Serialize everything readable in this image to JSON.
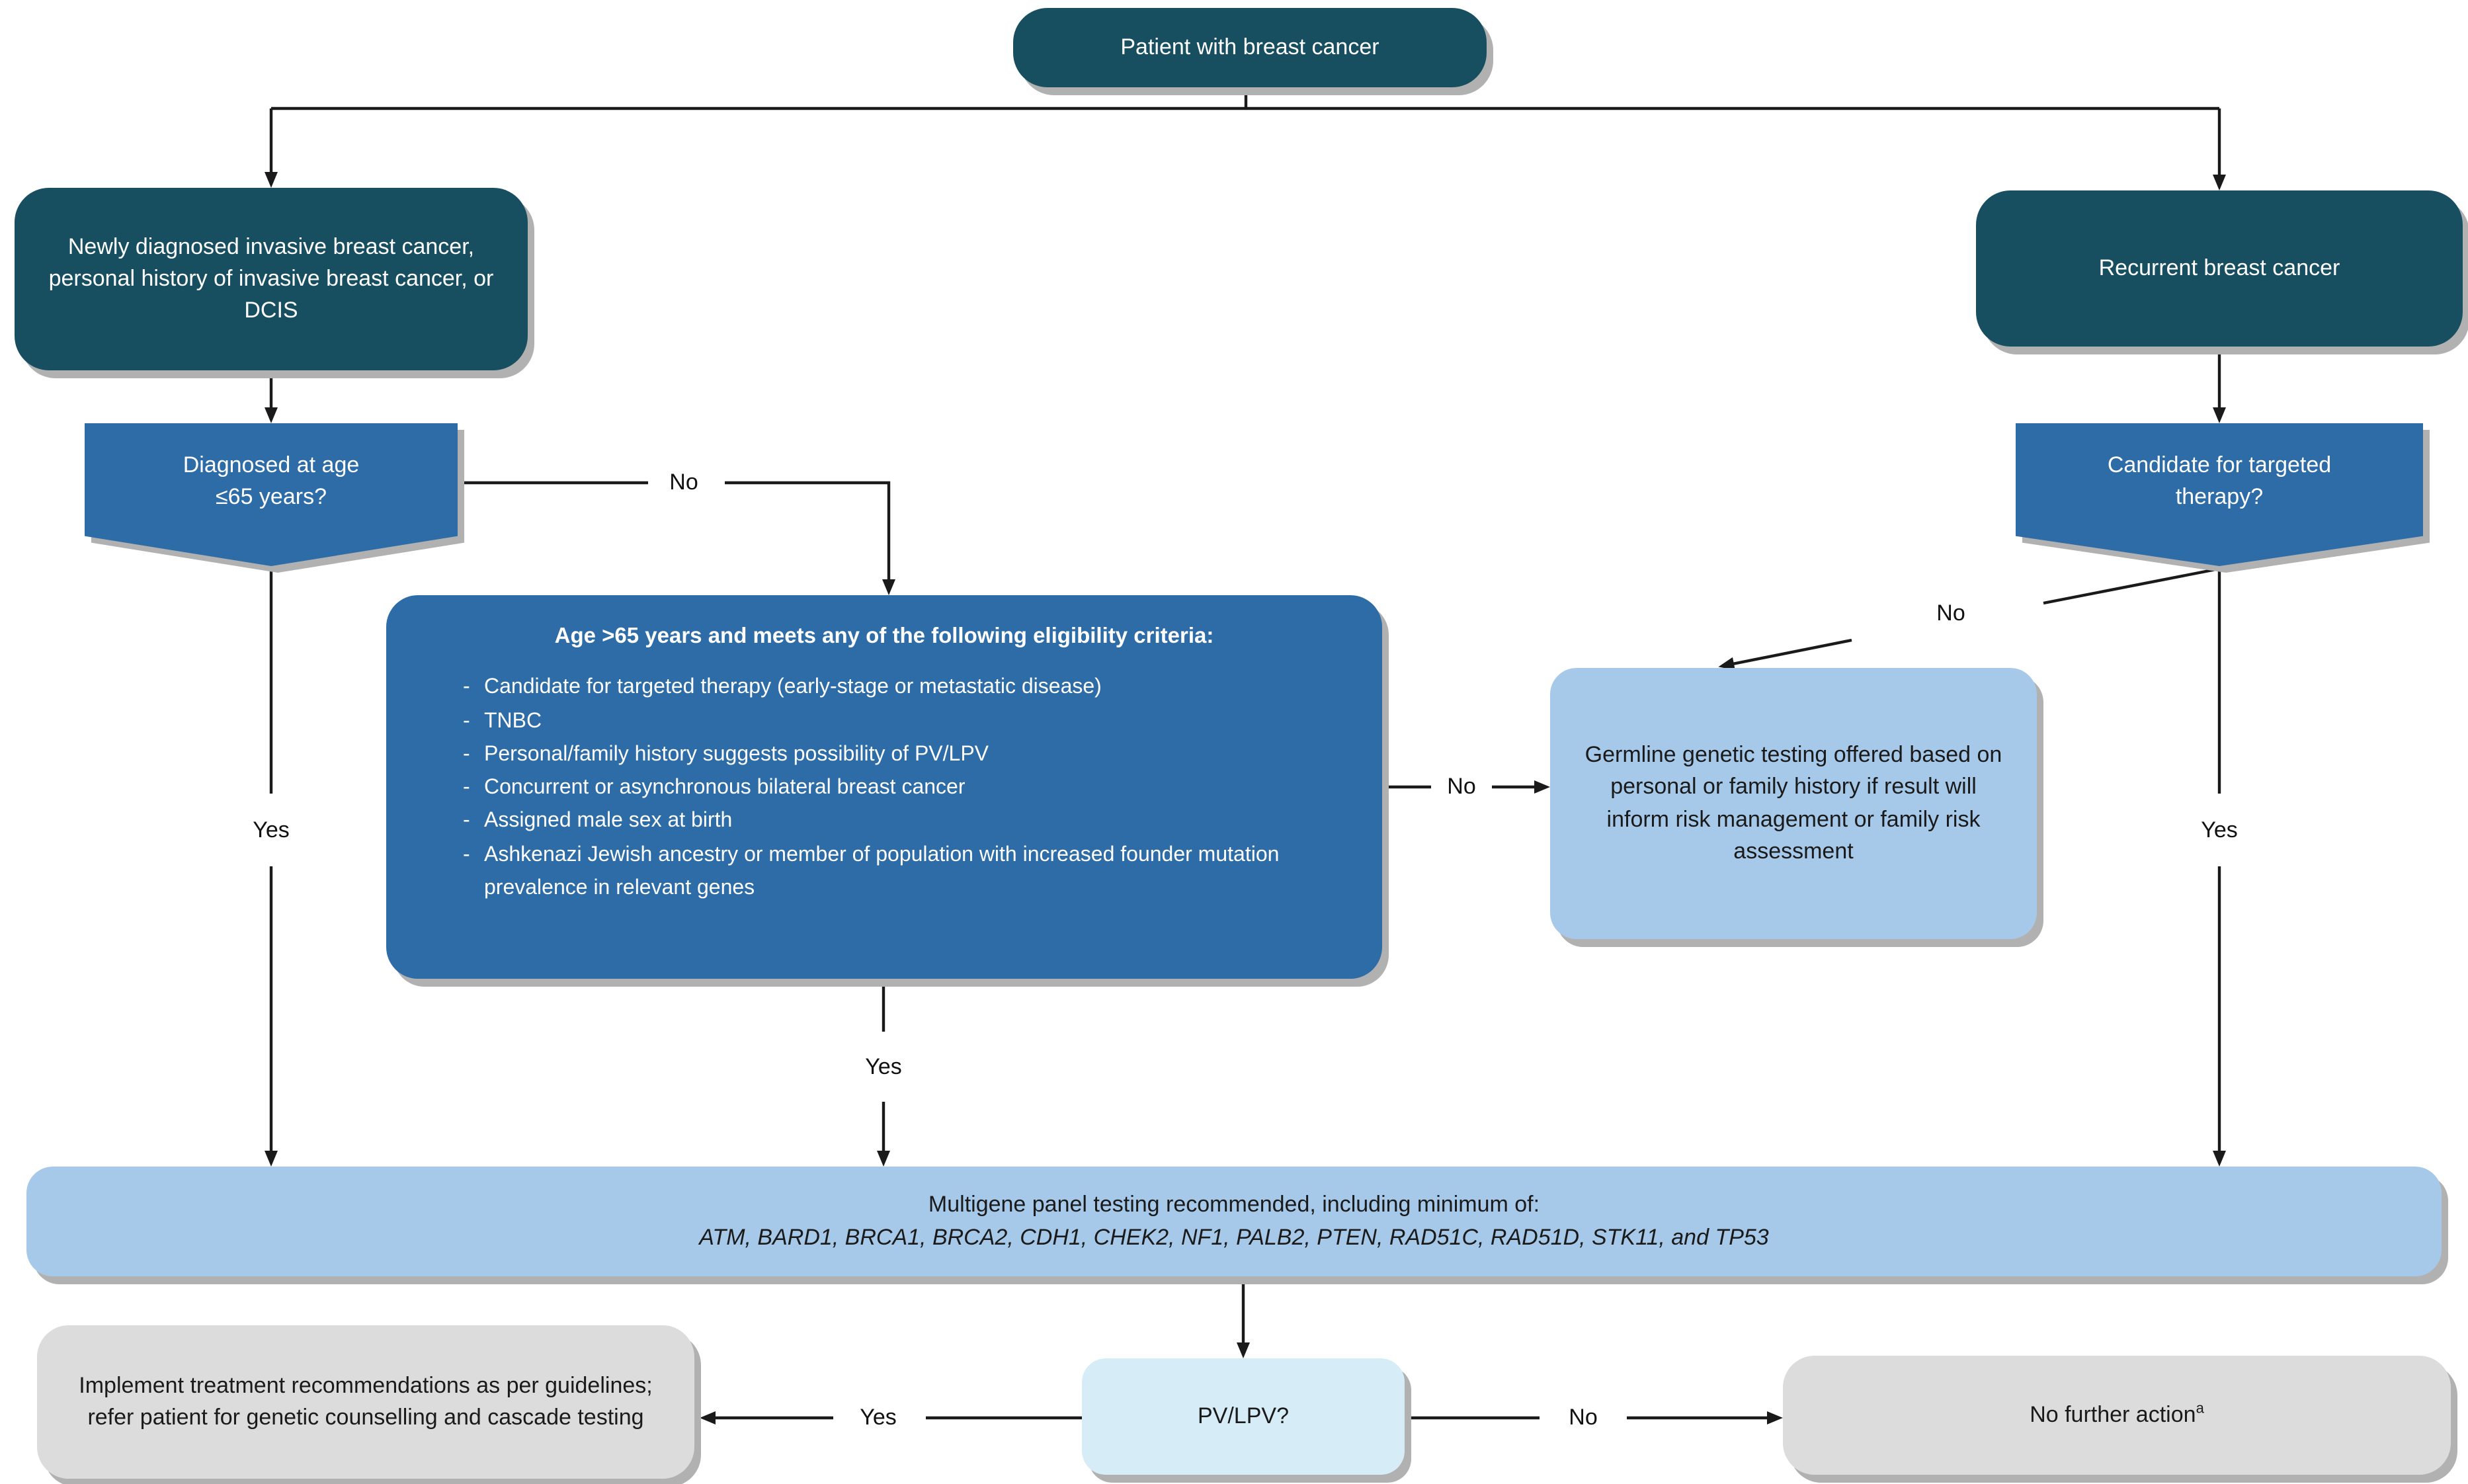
{
  "diagram": {
    "nodes": {
      "root": {
        "label": "Patient with breast cancer"
      },
      "newly_diagnosed": {
        "label": "Newly diagnosed invasive breast cancer, personal history of invasive breast cancer, or DCIS"
      },
      "recurrent": {
        "label": "Recurrent breast cancer"
      },
      "age_question": {
        "line1": "Diagnosed at age",
        "line2": "≤65 years?"
      },
      "targeted_question": {
        "line1": "Candidate for targeted",
        "line2": "therapy?"
      },
      "criteria": {
        "title": "Age >65 years and meets any of the following eligibility criteria:",
        "bullet_char": "-",
        "bullets": [
          "Candidate for targeted therapy (early-stage or metastatic disease)",
          "TNBC",
          "Personal/family history suggests possibility of PV/LPV",
          "Concurrent or asynchronous bilateral breast cancer",
          "Assigned male sex at birth",
          "Ashkenazi Jewish ancestry or member of population with increased founder mutation prevalence in relevant genes"
        ]
      },
      "germline": {
        "label": "Germline genetic testing offered based on personal or family history if result will inform risk management or family risk assessment"
      },
      "multigene": {
        "line1": "Multigene panel testing recommended, including minimum of:",
        "line2": "ATM, BARD1, BRCA1, BRCA2, CDH1, CHEK2, NF1, PALB2, PTEN, RAD51C, RAD51D, STK11, and TP53"
      },
      "implement": {
        "label": "Implement treatment recommendations as per guidelines; refer patient for genetic counselling and cascade testing"
      },
      "pvlpv": {
        "label": "PV/LPV?"
      },
      "no_further": {
        "label": "No further action",
        "superscript": "a"
      }
    },
    "edge_labels": {
      "age_no": "No",
      "age_yes": "Yes",
      "criteria_no": "No",
      "criteria_yes": "Yes",
      "targeted_no": "No",
      "targeted_yes": "Yes",
      "pv_yes": "Yes",
      "pv_no": "No"
    },
    "colors": {
      "dark_teal": "#174f61",
      "medium_blue": "#2d6ca6",
      "light_blue": "#a6c9ea",
      "pale_blue": "#d6edf8",
      "gray": "#dcdcdc",
      "line": "#1a1a1a"
    }
  }
}
